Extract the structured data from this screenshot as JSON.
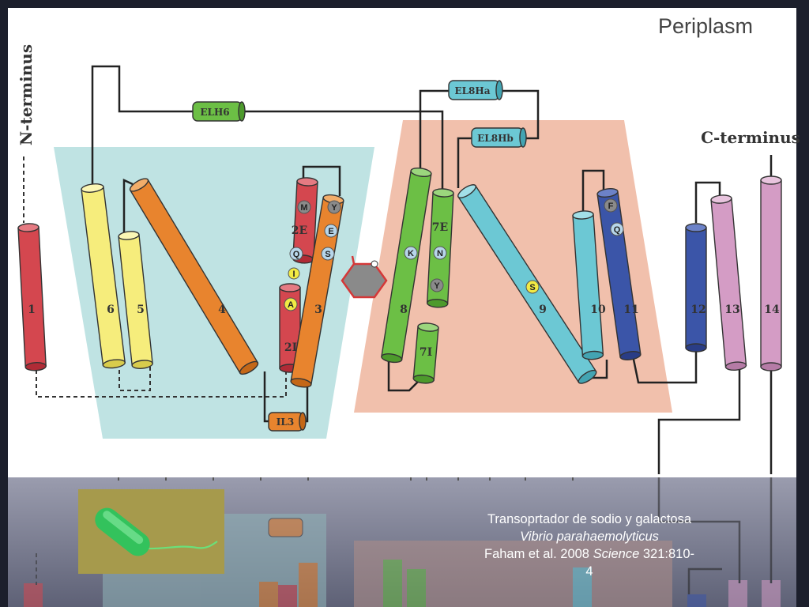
{
  "diagram": {
    "region_label": "Periplasm",
    "n_terminus": "N-terminus",
    "c_terminus": "C-terminus",
    "loops": {
      "elh6": "ELH6",
      "el8ha": "EL8Ha",
      "el8hb": "EL8Hb",
      "il3": "IL3"
    },
    "helices": {
      "h1": "1",
      "h6": "6",
      "h5": "5",
      "h4": "4",
      "h2e": "2E",
      "h2i": "2I",
      "h3": "3",
      "h8": "8",
      "h7e": "7E",
      "h7i": "7I",
      "h9": "9",
      "h10": "10",
      "h11": "11",
      "h12": "12",
      "h13": "13",
      "h14": "14"
    },
    "residues": {
      "m": "M",
      "q": "Q",
      "i": "I",
      "a": "A",
      "y3": "Y",
      "e3": "E",
      "s3": "S",
      "k": "K",
      "n": "N",
      "y7": "Y",
      "s9": "S",
      "f": "F",
      "q11": "Q"
    }
  },
  "caption": {
    "line1": "Transoprtador de sodio y galactosa",
    "line2": "Vibrio parahaemolyticus",
    "line3_a": "Faham et al. 2008 ",
    "line3_journal": "Science",
    "line3_b": " 321:810-",
    "line4": "4"
  }
}
